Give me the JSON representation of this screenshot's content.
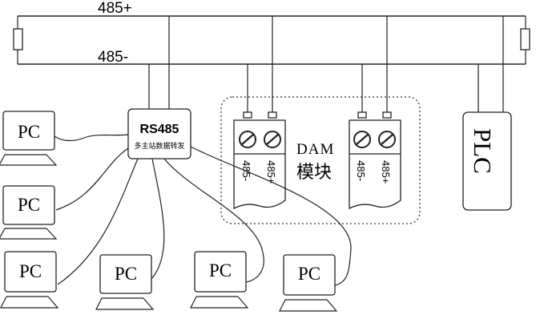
{
  "bus": {
    "top_label": "485+",
    "bottom_label": "485-"
  },
  "converter": {
    "title": "RS485",
    "subtitle": "多主站数据转发"
  },
  "dam": {
    "label_line1": "DAM",
    "label_line2": "模块",
    "modules": [
      {
        "pin_a": "485-",
        "pin_b": "485+"
      },
      {
        "pin_a": "485-",
        "pin_b": "485+"
      }
    ]
  },
  "plc": {
    "label": "PLC"
  },
  "pcs": [
    "PC",
    "PC",
    "PC",
    "PC",
    "PC",
    "PC"
  ]
}
